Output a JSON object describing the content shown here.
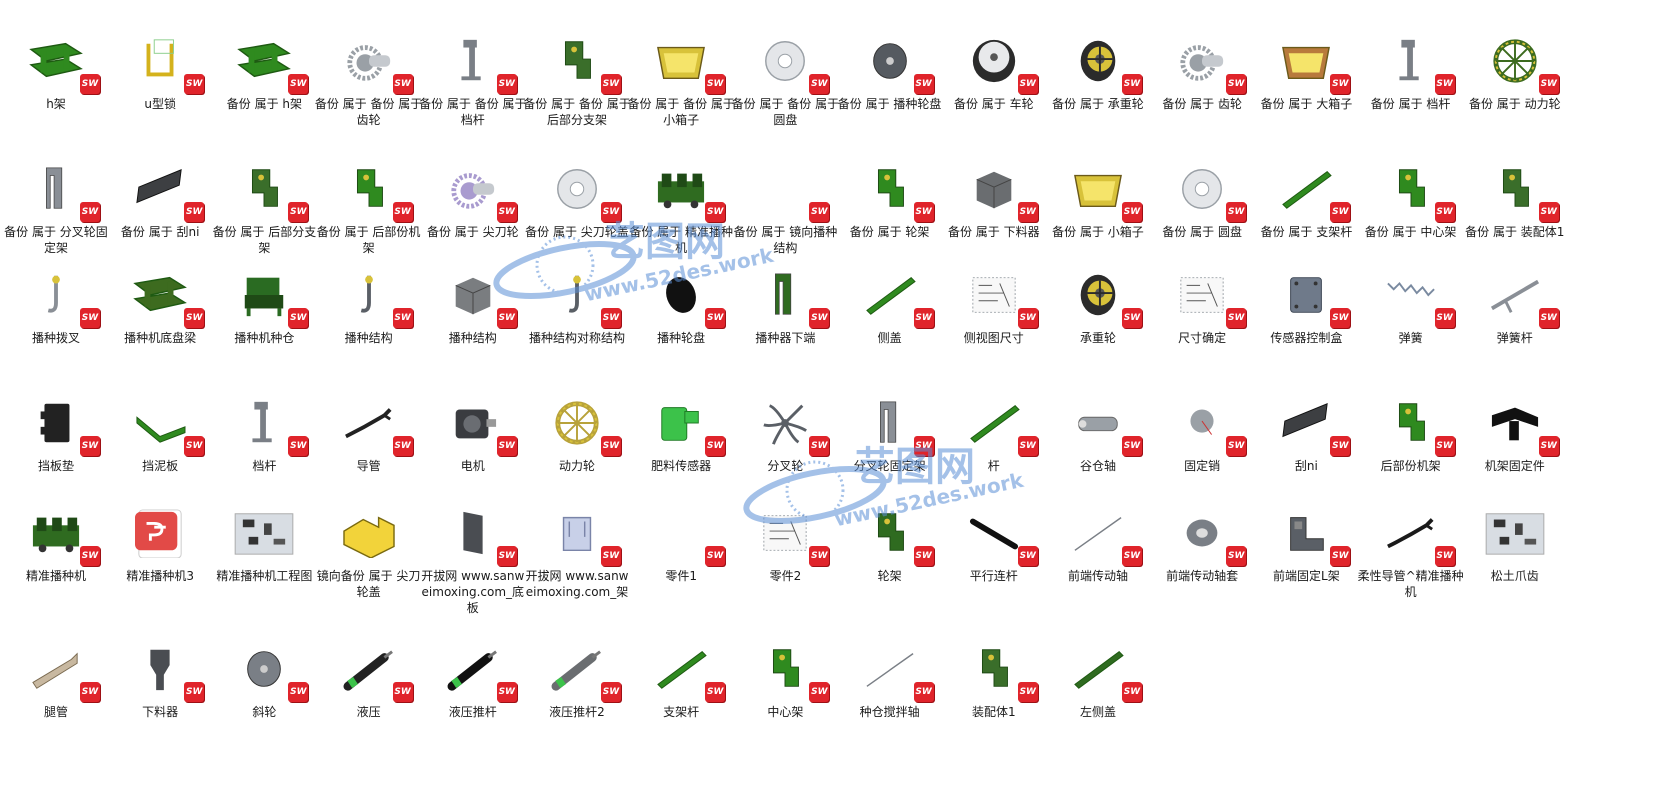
{
  "watermark": {
    "brand": "艺图网",
    "url": "www.52des.work"
  },
  "files": [
    {
      "label": "h架",
      "icon": "green-frame",
      "color": "#2f8a1f"
    },
    {
      "label": "u型锁",
      "icon": "u-lock",
      "color": "#d4b21c"
    },
    {
      "label": "备份 属于 h架",
      "icon": "green-frame",
      "color": "#2f8a1f"
    },
    {
      "label": "备份 属于 备份 属于 齿轮",
      "icon": "gear",
      "color": "#9aa0a6"
    },
    {
      "label": "备份 属于 备份 属于 档杆",
      "icon": "lever",
      "color": "#7a7f86"
    },
    {
      "label": "备份 属于 备份 属于 后部分支架",
      "icon": "bracket",
      "color": "#3a6e2a"
    },
    {
      "label": "备份 属于 备份 属于 小箱子",
      "icon": "box",
      "color": "#d8c23a"
    },
    {
      "label": "备份 属于 备份 属于 圆盘",
      "icon": "disc",
      "color": "#e4e6e9"
    },
    {
      "label": "备份 属于 播种轮盘",
      "icon": "disc-dark",
      "color": "#555a60"
    },
    {
      "label": "备份 属于 车轮",
      "icon": "wheel",
      "color": "#2b2b2b"
    },
    {
      "label": "备份 属于 承重轮",
      "icon": "wheel-y",
      "color": "#2b2b2b"
    },
    {
      "label": "备份 属于 齿轮",
      "icon": "gear",
      "color": "#9aa0a6"
    },
    {
      "label": "备份 属于 大箱子",
      "icon": "box",
      "color": "#b87a3c"
    },
    {
      "label": "备份 属于 档杆",
      "icon": "lever",
      "color": "#7a7f86"
    },
    {
      "label": "备份 属于 动力轮",
      "icon": "wheel-g",
      "color": "#3d6b1f"
    },
    {
      "label": "备份 属于 分叉轮固定架",
      "icon": "plate-v",
      "color": "#8a8f96"
    },
    {
      "label": "备份 属于 刮ni",
      "icon": "panel",
      "color": "#3d3f42"
    },
    {
      "label": "备份 属于 后部分支架",
      "icon": "bracket",
      "color": "#3a6e2a"
    },
    {
      "label": "备份 属于 后部份机架",
      "icon": "bracket",
      "color": "#2f8a1f"
    },
    {
      "label": "备份 属于 尖刀轮",
      "icon": "gear",
      "color": "#a99bcf"
    },
    {
      "label": "备份 属于 尖刀轮盖",
      "icon": "disc",
      "color": "#e4e6e9"
    },
    {
      "label": "备份 属于 精准播种机",
      "icon": "machine",
      "color": "#2f6b20"
    },
    {
      "label": "备份 属于 镜向播种结构",
      "icon": "none",
      "color": "#ffffff"
    },
    {
      "label": "备份 属于 轮架",
      "icon": "bracket",
      "color": "#2f8a1f"
    },
    {
      "label": "备份 属于 下料器",
      "icon": "cube",
      "color": "#6a6d70"
    },
    {
      "label": "备份 属于 小箱子",
      "icon": "box",
      "color": "#d8c23a"
    },
    {
      "label": "备份 属于 圆盘",
      "icon": "disc",
      "color": "#e4e6e9"
    },
    {
      "label": "备份 属于 支架杆",
      "icon": "bar",
      "color": "#2f8a1f"
    },
    {
      "label": "备份 属于 中心架",
      "icon": "bracket",
      "color": "#2f8a1f"
    },
    {
      "label": "备份 属于 装配体1",
      "icon": "bracket",
      "color": "#3a6e2a"
    },
    {
      "label": "播种拨叉",
      "icon": "hook",
      "color": "#8a8f96"
    },
    {
      "label": "播种机底盘梁",
      "icon": "green-frame",
      "color": "#3d6b1f"
    },
    {
      "label": "播种机种仓",
      "icon": "seat",
      "color": "#2a6b22"
    },
    {
      "label": "播种结构",
      "icon": "hook",
      "color": "#5a5f66"
    },
    {
      "label": "播种结构",
      "icon": "cube",
      "color": "#7a7d80"
    },
    {
      "label": "播种结构对称结构",
      "icon": "hook",
      "color": "#5a5f66"
    },
    {
      "label": "播种轮盘",
      "icon": "disc-black",
      "color": "#111111"
    },
    {
      "label": "播种器下端",
      "icon": "plate-v",
      "color": "#2f6b20"
    },
    {
      "label": "侧盖",
      "icon": "bar",
      "color": "#2f8a1f"
    },
    {
      "label": "侧视图尺寸",
      "icon": "drawing",
      "color": "#9aa0a6"
    },
    {
      "label": "承重轮",
      "icon": "wheel-y",
      "color": "#2b2b2b"
    },
    {
      "label": "尺寸确定",
      "icon": "drawing",
      "color": "#9aa0a6"
    },
    {
      "label": "传感器控制盒",
      "icon": "box-grey",
      "color": "#6f7a8a"
    },
    {
      "label": "弹簧",
      "icon": "spring",
      "color": "#7a8aa0"
    },
    {
      "label": "弹簧杆",
      "icon": "rod",
      "color": "#8a8f96"
    },
    {
      "label": "挡板垫",
      "icon": "block",
      "color": "#222222"
    },
    {
      "label": "挡泥板",
      "icon": "bar-bent",
      "color": "#2f8a1f"
    },
    {
      "label": "档杆",
      "icon": "lever",
      "color": "#7a7f86"
    },
    {
      "label": "导管",
      "icon": "tube",
      "color": "#222222"
    },
    {
      "label": "电机",
      "icon": "motor",
      "color": "#3a3c40"
    },
    {
      "label": "动力轮",
      "icon": "wheel-g",
      "color": "#b8a23a"
    },
    {
      "label": "肥料传感器",
      "icon": "sensor",
      "color": "#3cc24a"
    },
    {
      "label": "分叉轮",
      "icon": "fork-wheel",
      "color": "#5a5f66"
    },
    {
      "label": "分叉轮固定架",
      "icon": "plate-v",
      "color": "#8a8f96"
    },
    {
      "label": "杆",
      "icon": "bar",
      "color": "#2f8a1f"
    },
    {
      "label": "谷仓轴",
      "icon": "shaft",
      "color": "#9aa0a6"
    },
    {
      "label": "固定销",
      "icon": "pin",
      "color": "#9aa0a6"
    },
    {
      "label": "刮ni",
      "icon": "panel",
      "color": "#3d3f42"
    },
    {
      "label": "后部份机架",
      "icon": "bracket",
      "color": "#2f8a1f"
    },
    {
      "label": "机架固定件",
      "icon": "block-h",
      "color": "#111111"
    },
    {
      "label": "精准播种机",
      "icon": "machine",
      "color": "#2f6b20"
    },
    {
      "label": "精准播种机3",
      "icon": "wps",
      "color": "#e24a47"
    },
    {
      "label": "精准播种机工程图",
      "icon": "sheet",
      "color": "#d8dde3"
    },
    {
      "label": "镜向备份 属于 尖刀轮盖",
      "icon": "yellow-block",
      "color": "#f2d33a"
    },
    {
      "label": "开拔网 www.sanweimoxing.com_底板",
      "icon": "plate",
      "color": "#4a4d52"
    },
    {
      "label": "开拔网 www.sanweimoxing.com_架",
      "icon": "plate-light",
      "color": "#c8d0e8"
    },
    {
      "label": "零件1",
      "icon": "none",
      "color": "#ffffff"
    },
    {
      "label": "零件2",
      "icon": "drawing",
      "color": "#9aa0a6"
    },
    {
      "label": "轮架",
      "icon": "bracket",
      "color": "#2f6b20"
    },
    {
      "label": "平行连杆",
      "icon": "link",
      "color": "#111111"
    },
    {
      "label": "前端传动轴",
      "icon": "thin-rod",
      "color": "#7a7f86"
    },
    {
      "label": "前端传动轴套",
      "icon": "bushing",
      "color": "#7a7f86"
    },
    {
      "label": "前端固定L架",
      "icon": "l-bracket",
      "color": "#5a5f66"
    },
    {
      "label": "柔性导管^精准播种机",
      "icon": "tube",
      "color": "#1a1a1a"
    },
    {
      "label": "松土爪齿",
      "icon": "sheet",
      "color": "#d8dde3"
    },
    {
      "label": "腿管",
      "icon": "leg",
      "color": "#c8b8a0"
    },
    {
      "label": "下料器",
      "icon": "funnel",
      "color": "#4a4d52"
    },
    {
      "label": "斜轮",
      "icon": "disc-dark",
      "color": "#7a7f86"
    },
    {
      "label": "液压",
      "icon": "cylinder",
      "color": "#222222"
    },
    {
      "label": "液压推杆",
      "icon": "cylinder",
      "color": "#111111"
    },
    {
      "label": "液压推杆2",
      "icon": "cylinder",
      "color": "#6a6d70"
    },
    {
      "label": "支架杆",
      "icon": "bar",
      "color": "#2f8a1f"
    },
    {
      "label": "中心架",
      "icon": "bracket",
      "color": "#2f8a1f"
    },
    {
      "label": "种仓搅拌轴",
      "icon": "thin-rod",
      "color": "#7a7f86"
    },
    {
      "label": "装配体1",
      "icon": "bracket",
      "color": "#3a6e2a"
    },
    {
      "label": "左侧盖",
      "icon": "bar",
      "color": "#2f6b20"
    }
  ]
}
